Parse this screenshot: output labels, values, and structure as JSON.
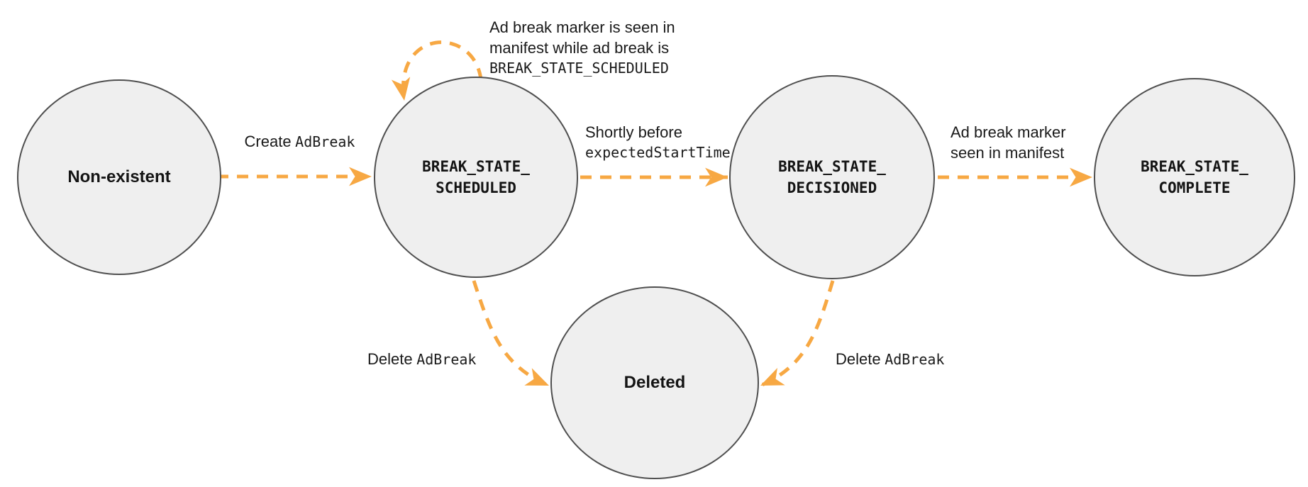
{
  "diagram": {
    "colors": {
      "arrow": "#F7A843",
      "node_fill": "#EFEFEF",
      "node_border": "#4F4F4F",
      "text": "#141414"
    },
    "nodes": {
      "non_existent": {
        "label": "Non-existent"
      },
      "scheduled": {
        "label": "BREAK_STATE_\nSCHEDULED"
      },
      "decisioned": {
        "label": "BREAK_STATE_\nDECISIONED"
      },
      "complete": {
        "label": "BREAK_STATE_\nCOMPLETE"
      },
      "deleted": {
        "label": "Deleted"
      }
    },
    "edges": {
      "create": {
        "plain": "Create",
        "code": "AdBreak"
      },
      "self_loop": {
        "line1": "Ad break marker is seen in",
        "line2": "manifest while ad break is",
        "line3": "BREAK_STATE_SCHEDULED"
      },
      "to_decisioned": {
        "line1": "Shortly before",
        "line2": "expectedStartTime"
      },
      "to_complete": {
        "line1": "Ad break marker",
        "line2": "seen in manifest"
      },
      "delete_left": {
        "plain": "Delete",
        "code": "AdBreak"
      },
      "delete_right": {
        "plain": "Delete",
        "code": "AdBreak"
      }
    }
  }
}
